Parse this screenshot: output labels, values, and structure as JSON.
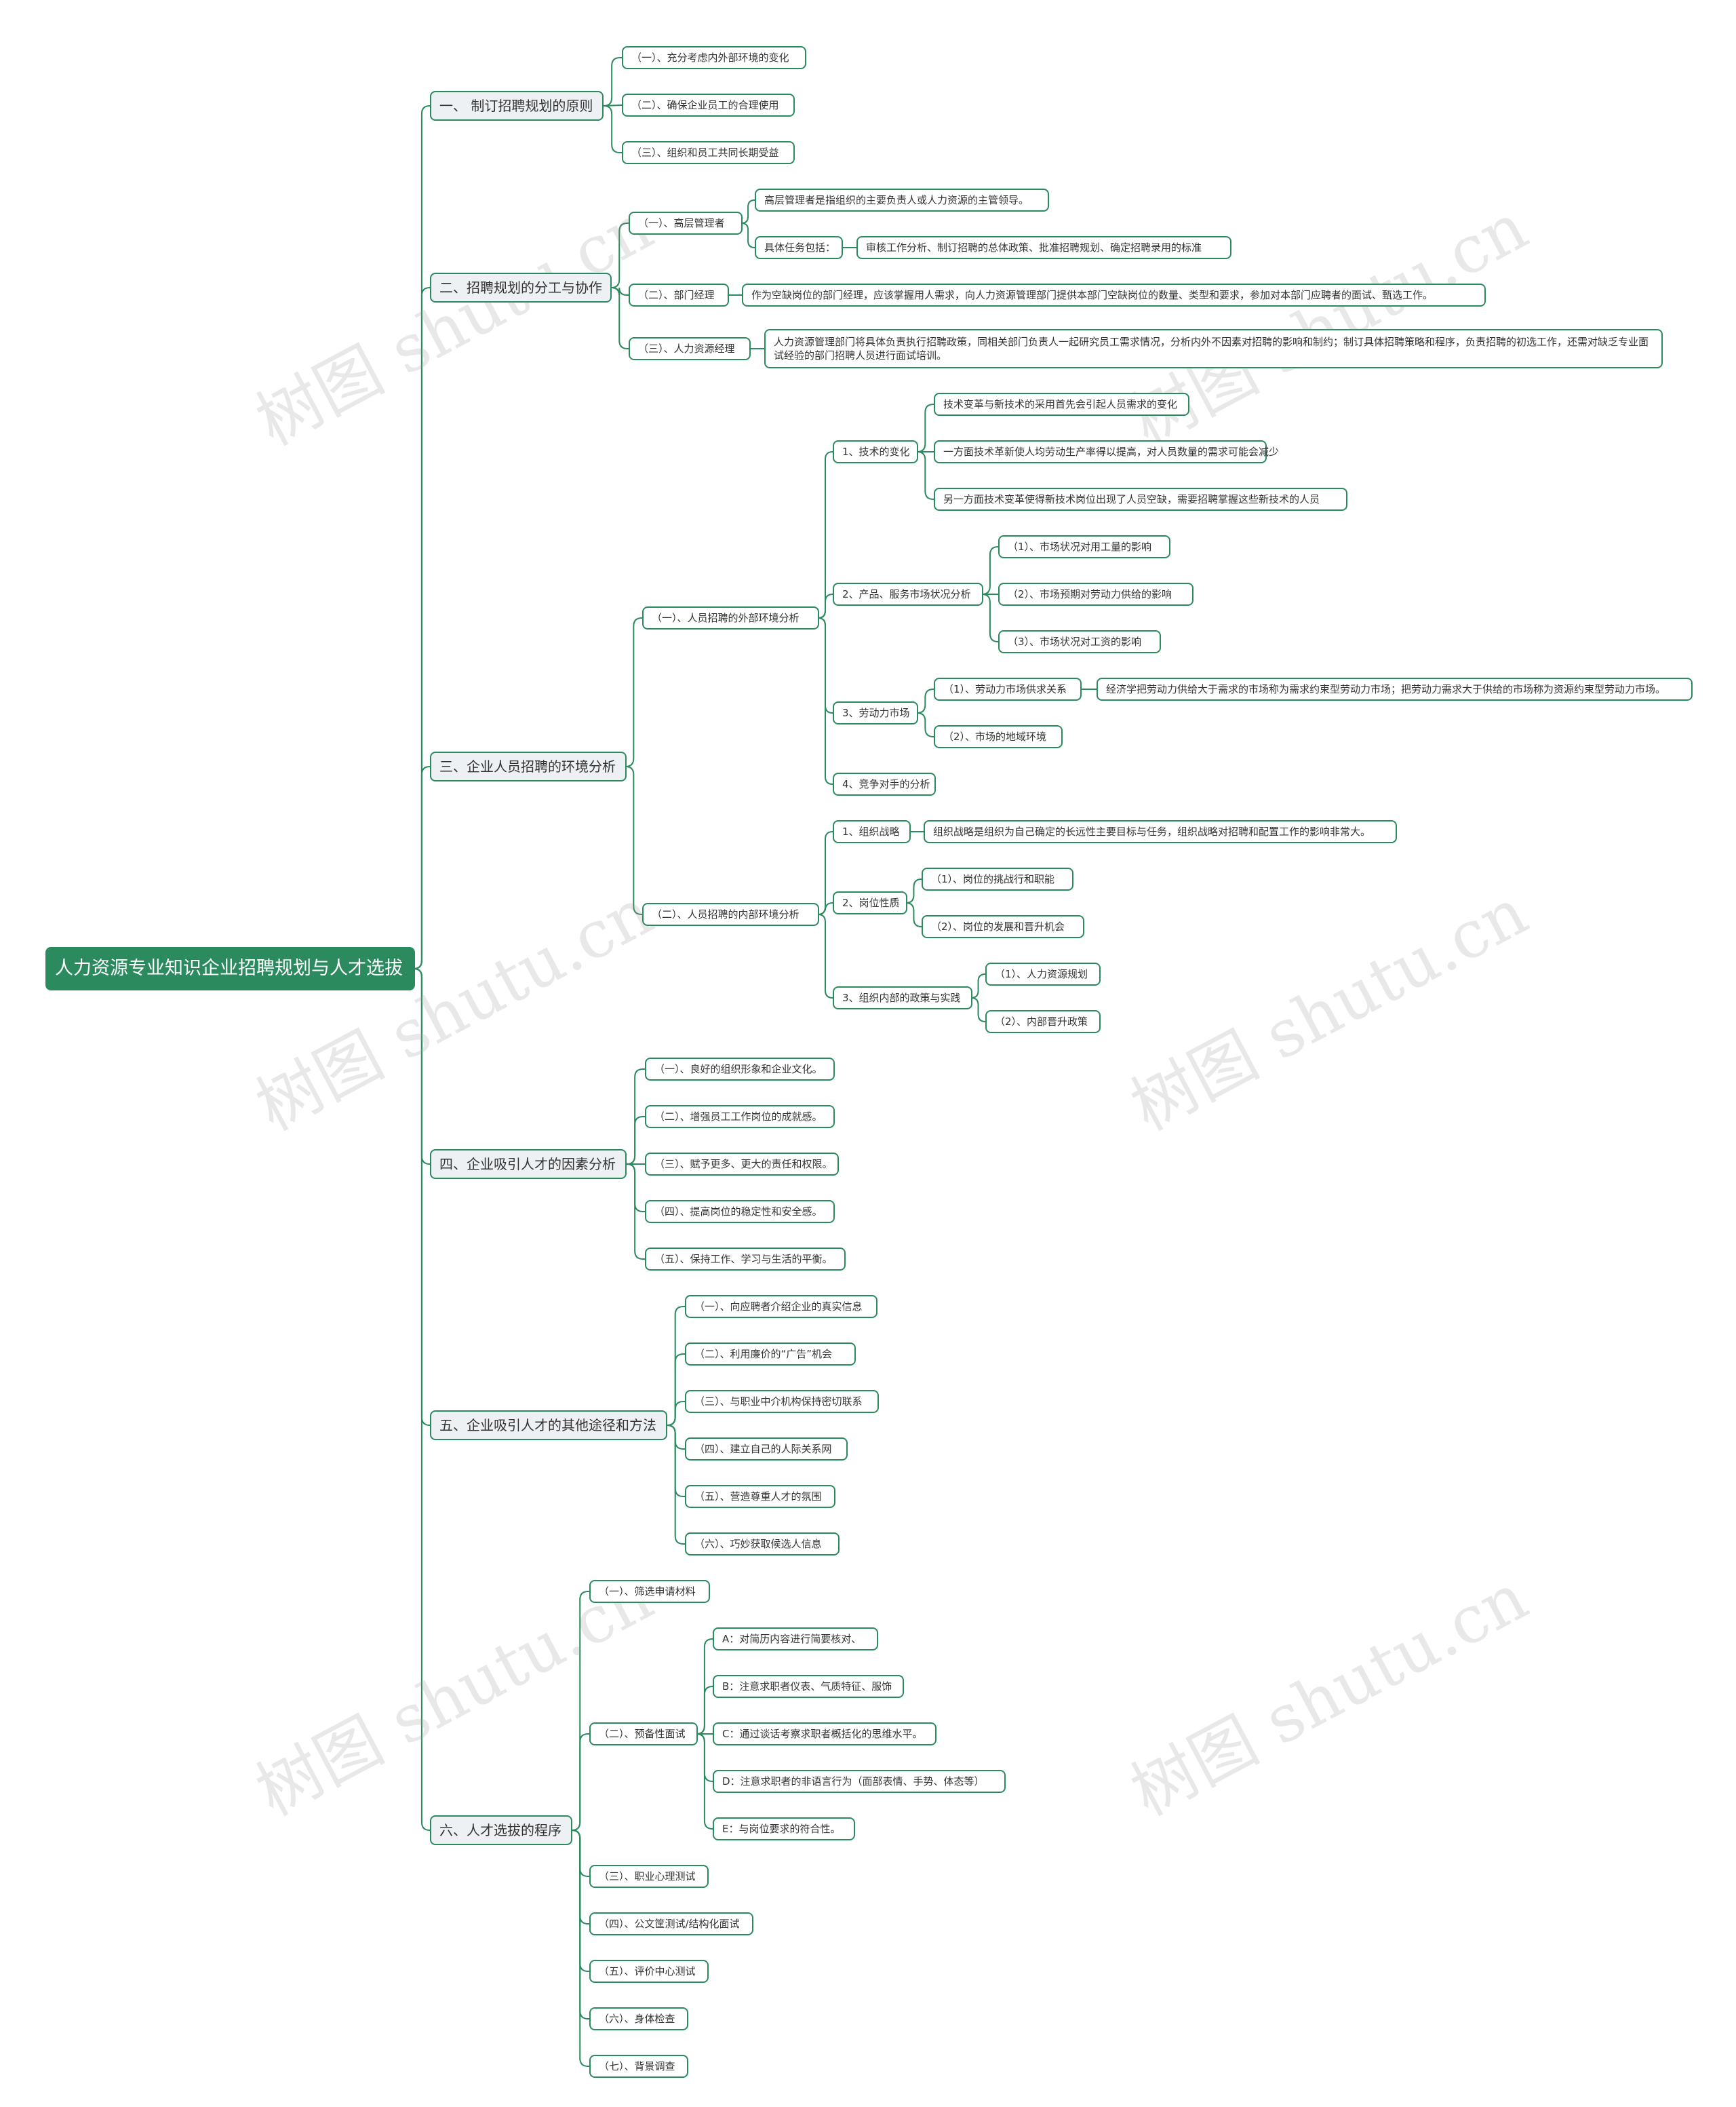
{
  "root": "人力资源专业知识企业招聘规划与人才选拔",
  "watermark": "树图 shutu.cn",
  "colors": {
    "accent": "#2b8a5e",
    "branch_fill": "#eef1f4",
    "text": "#333333"
  },
  "branches": {
    "b1": {
      "label": "一、 制订招聘规划的原则",
      "items": [
        "（一）、充分考虑内外部环境的变化",
        "（二）、确保企业员工的合理使用",
        "（三）、组织和员工共同长期受益"
      ]
    },
    "b2": {
      "label": "二、招聘规划的分工与协作",
      "senior": {
        "label": "（一）、高层管理者",
        "def": "高层管理者是指组织的主要负责人或人力资源的主管领导。",
        "tasks_label": "具体任务包括：",
        "tasks": "审核工作分析、制订招聘的总体政策、批准招聘规划、确定招聘录用的标准"
      },
      "dept": {
        "label": "（二）、部门经理",
        "desc": "作为空缺岗位的部门经理，应该掌握用人需求，向人力资源管理部门提供本部门空缺岗位的数量、类型和要求，参加对本部门应聘者的面试、甄选工作。"
      },
      "hr": {
        "label": "（三）、人力资源经理",
        "desc": "人力资源管理部门将具体负责执行招聘政策，同相关部门负责人一起研究员工需求情况，分析内外不因素对招聘的影响和制约；制订具体招聘策略和程序，负责招聘的初选工作，还需对缺乏专业面试经验的部门招聘人员进行面试培训。"
      }
    },
    "b3": {
      "label": "三、企业人员招聘的环境分析",
      "ext": {
        "label": "（一）、人员招聘的外部环境分析",
        "tech": {
          "label": "1、技术的变化",
          "items": [
            "技术变革与新技术的采用首先会引起人员需求的变化",
            "一方面技术革新使人均劳动生产率得以提高，对人员数量的需求可能会减少",
            "另一方面技术变革使得新技术岗位出现了人员空缺，需要招聘掌握这些新技术的人员"
          ]
        },
        "market": {
          "label": "2、产品、服务市场状况分析",
          "items": [
            "（1）、市场状况对用工量的影响",
            "（2）、市场预期对劳动力供给的影响",
            "（3）、市场状况对工资的影响"
          ]
        },
        "labor": {
          "label": "3、劳动力市场",
          "supply": "（1）、劳动力市场供求关系",
          "supply_desc": "经济学把劳动力供给大于需求的市场称为需求约束型劳动力市场；把劳动力需求大于供给的市场称为资源约束型劳动力市场。",
          "region": "（2）、市场的地域环境"
        },
        "competitor": "4、竞争对手的分析"
      },
      "int": {
        "label": "（二）、人员招聘的内部环境分析",
        "strategy": "1、组织战略",
        "strategy_desc": "组织战略是组织为自己确定的长远性主要目标与任务，组织战略对招聘和配置工作的影响非常大。",
        "position": {
          "label": "2、岗位性质",
          "items": [
            "（1）、岗位的挑战行和职能",
            "（2）、岗位的发展和晋升机会"
          ]
        },
        "policy": {
          "label": "3、组织内部的政策与实践",
          "items": [
            "（1）、人力资源规划",
            "（2）、内部晋升政策"
          ]
        }
      }
    },
    "b4": {
      "label": "四、企业吸引人才的因素分析",
      "items": [
        "（一）、良好的组织形象和企业文化。",
        "（二）、增强员工工作岗位的成就感。",
        "（三）、赋予更多、更大的责任和权限。",
        "（四）、提高岗位的稳定性和安全感。",
        "（五）、保持工作、学习与生活的平衡。"
      ]
    },
    "b5": {
      "label": "五、企业吸引人才的其他途径和方法",
      "items": [
        "（一）、向应聘者介绍企业的真实信息",
        "（二）、利用廉价的“广告”机会",
        "（三）、与职业中介机构保持密切联系",
        "（四）、建立自己的人际关系网",
        "（五）、营造尊重人才的氛围",
        "（六）、巧妙获取候选人信息"
      ]
    },
    "b6": {
      "label": "六、人才选拔的程序",
      "first": "（一）、筛选申请材料",
      "interview": {
        "label": "（二）、预备性面试",
        "items": [
          "A：对简历内容进行简要核对、",
          "B：注意求职者仪表、气质特征、服饰",
          "C：通过谈话考察求职者概括化的思维水平。",
          "D：注意求职者的非语言行为（面部表情、手势、体态等）",
          "E：与岗位要求的符合性。"
        ]
      },
      "rest": [
        "（三）、职业心理测试",
        "（四）、公文筐测试/结构化面试",
        "（五）、评价中心测试",
        "（六）、身体检查",
        "（七）、背景调查"
      ]
    }
  }
}
